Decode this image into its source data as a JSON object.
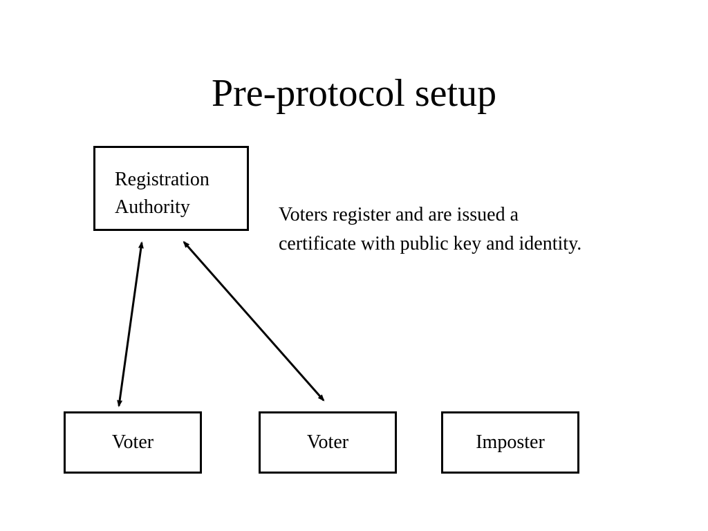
{
  "slide": {
    "title": "Pre-protocol setup"
  },
  "nodes": {
    "registration_authority": {
      "line1": "Registration",
      "line2": "Authority"
    },
    "voter_1": "Voter",
    "voter_2": "Voter",
    "imposter": "Imposter"
  },
  "description": {
    "line1": "Voters register and are issued a",
    "line2": "certificate with public key and identity."
  },
  "edges": [
    {
      "from": "registration_authority",
      "to": "voter_1",
      "direction": "bidirectional"
    },
    {
      "from": "registration_authority",
      "to": "voter_2",
      "direction": "bidirectional"
    }
  ],
  "colors": {
    "background": "#ffffff",
    "foreground": "#000000"
  }
}
